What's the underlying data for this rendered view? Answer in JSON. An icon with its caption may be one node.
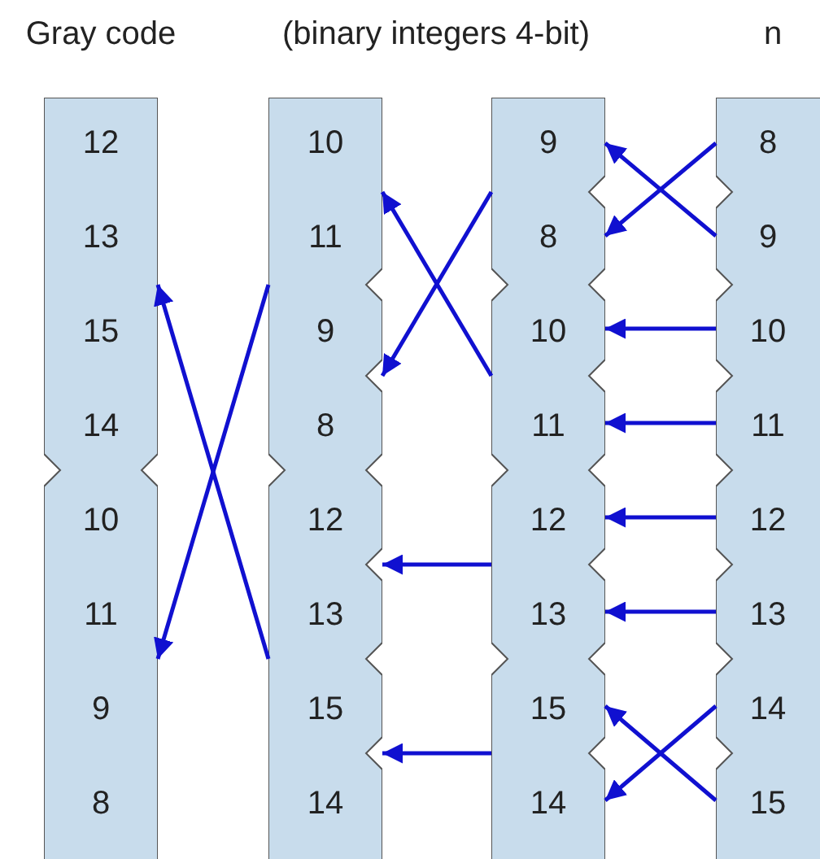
{
  "diagram": {
    "nodes": [
      {
        "text": [
          "12",
          "13",
          "15",
          "14",
          "10",
          "11",
          "9",
          "8"
        ]
      },
      {
        "text": [
          "10",
          "11",
          "9",
          "8",
          "12",
          "13",
          "15",
          "14"
        ]
      },
      {
        "text": [
          "9",
          "8",
          "10",
          "11",
          "12",
          "13",
          "15",
          "14"
        ]
      },
      {
        "text": [
          "8",
          "9",
          "10",
          "11",
          "12",
          "13",
          "14",
          "15"
        ]
      }
    ],
    "edges": [
      {
        "from": 3,
        "to": 2,
        "arrow": "to"
      },
      {
        "from": 3,
        "to": 2,
        "arrow": "to"
      },
      {
        "from": 3,
        "to": 2,
        "arrow": "to"
      },
      {
        "from": 3,
        "to": 2,
        "arrow": "to"
      },
      {
        "from": 3,
        "to": 2,
        "arrow": "to"
      },
      {
        "from": 3,
        "to": 2,
        "arrow": "to"
      },
      {
        "from": 3,
        "to": 2,
        "arrow": "to"
      },
      {
        "from": 3,
        "to": 2,
        "arrow": "to"
      },
      {
        "from": 2,
        "to": 1,
        "arrow": "to"
      },
      {
        "from": 2,
        "to": 1,
        "arrow": "to"
      },
      {
        "from": 2,
        "to": 1,
        "arrow": "to"
      },
      {
        "from": 2,
        "to": 1,
        "arrow": "to"
      },
      {
        "from": 1,
        "to": 0,
        "arrow": "to"
      },
      {
        "from": 1,
        "to": 0,
        "arrow": "to"
      }
    ],
    "labels": [
      "Gray code",
      "(binary integers 4-bit)",
      "n"
    ]
  }
}
